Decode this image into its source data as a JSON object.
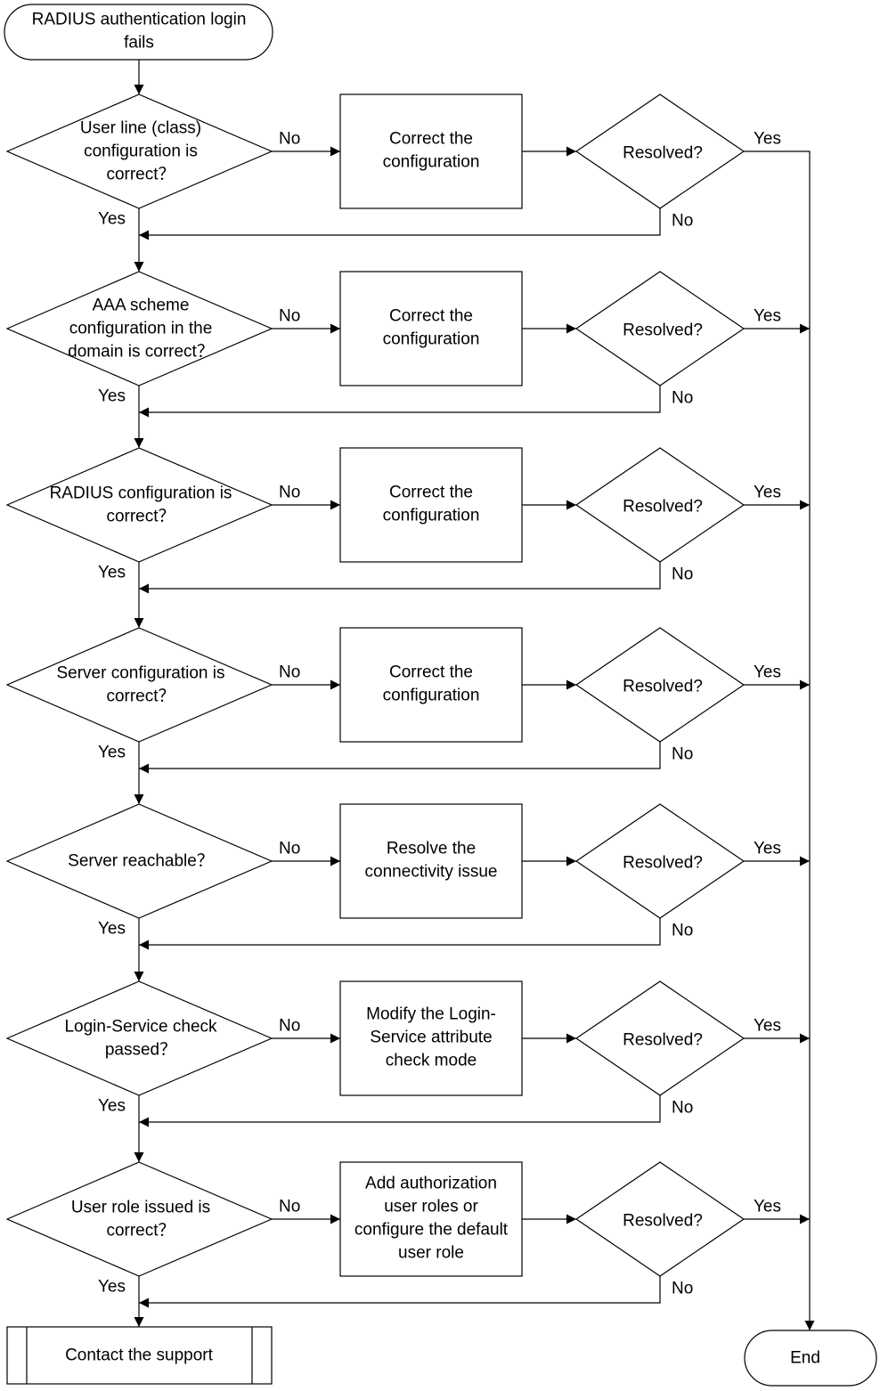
{
  "flowchart": {
    "start": [
      "RADIUS authentication login",
      "fails"
    ],
    "end": "End",
    "contact": "Contact the support",
    "labels": {
      "yes": "Yes",
      "no": "No"
    },
    "resolved_label": "Resolved?",
    "rows": [
      {
        "check": [
          "User line (class)",
          "configuration is",
          "correct？"
        ],
        "action": [
          "Correct the",
          "configuration"
        ]
      },
      {
        "check": [
          "AAA scheme",
          "configuration in the",
          "domain is correct？"
        ],
        "action": [
          "Correct the",
          "configuration"
        ]
      },
      {
        "check": [
          "RADIUS configuration is",
          "correct？"
        ],
        "action": [
          "Correct the",
          "configuration"
        ]
      },
      {
        "check": [
          "Server configuration is",
          "correct？"
        ],
        "action": [
          "Correct the",
          "configuration"
        ]
      },
      {
        "check": [
          "Server reachable？"
        ],
        "action": [
          "Resolve the",
          "connectivity issue"
        ]
      },
      {
        "check": [
          "Login-Service check",
          "passed？"
        ],
        "action": [
          "Modify the Login-",
          "Service attribute",
          "check mode"
        ]
      },
      {
        "check": [
          "User role issued is",
          "correct？"
        ],
        "action": [
          "Add authorization",
          "user roles or",
          "configure the default",
          "user role"
        ]
      }
    ]
  }
}
